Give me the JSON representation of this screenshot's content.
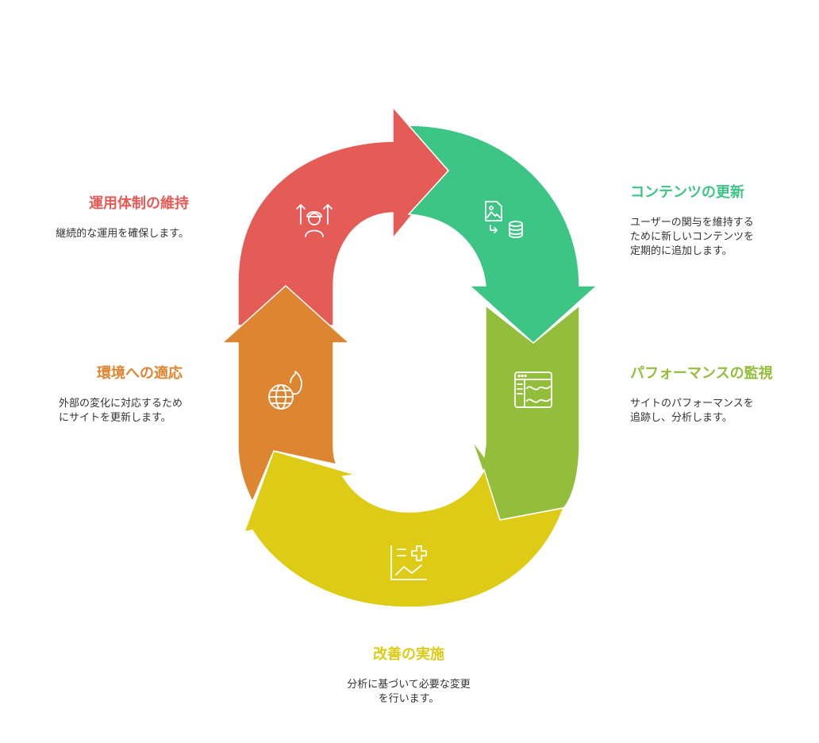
{
  "colors": {
    "red": "#E55B56",
    "green": "#3DC585",
    "lime": "#93BE3B",
    "yellow": "#DDCB16",
    "orange": "#DE8531"
  },
  "steps": [
    {
      "title": "運用体制の維持",
      "desc": "継続的な運用を確保します。",
      "icon": "engineer-with-arrows-icon"
    },
    {
      "title": "コンテンツの更新",
      "desc": "ユーザーの関与を維持する\nために新しいコンテンツを\n定期的に追加します。",
      "icon": "image-file-to-database-icon"
    },
    {
      "title": "パフォーマンスの監視",
      "desc": "サイトのパフォーマンスを\n追跡し、分析します。",
      "icon": "monitoring-window-icon"
    },
    {
      "title": "改善の実施",
      "desc": "分析に基づいて必要な変更\nを行います。",
      "icon": "chart-improvement-icon"
    },
    {
      "title": "環境への適応",
      "desc": "外部の変化に対応するため\nにサイトを更新します。",
      "icon": "globe-fire-icon"
    }
  ]
}
